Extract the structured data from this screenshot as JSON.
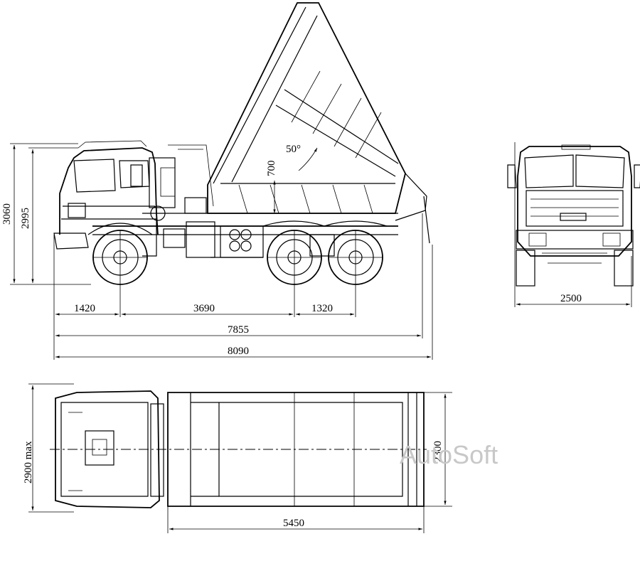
{
  "dimensions": {
    "side": {
      "height_total": "3060",
      "height_cab": "2995",
      "front_overhang": "1420",
      "wheelbase_1": "3690",
      "wheelbase_2": "1320",
      "length_body": "7855",
      "length_total": "8090",
      "tipping_angle": "50°",
      "tipping_height": "700"
    },
    "front": {
      "width": "2500"
    },
    "top": {
      "width_max": "2900 max",
      "body_width": "2300",
      "body_length": "5450"
    }
  },
  "watermark": "AutoSoft",
  "icons": [
    "truck-side-view-icon",
    "truck-front-view-icon",
    "truck-top-view-icon"
  ]
}
